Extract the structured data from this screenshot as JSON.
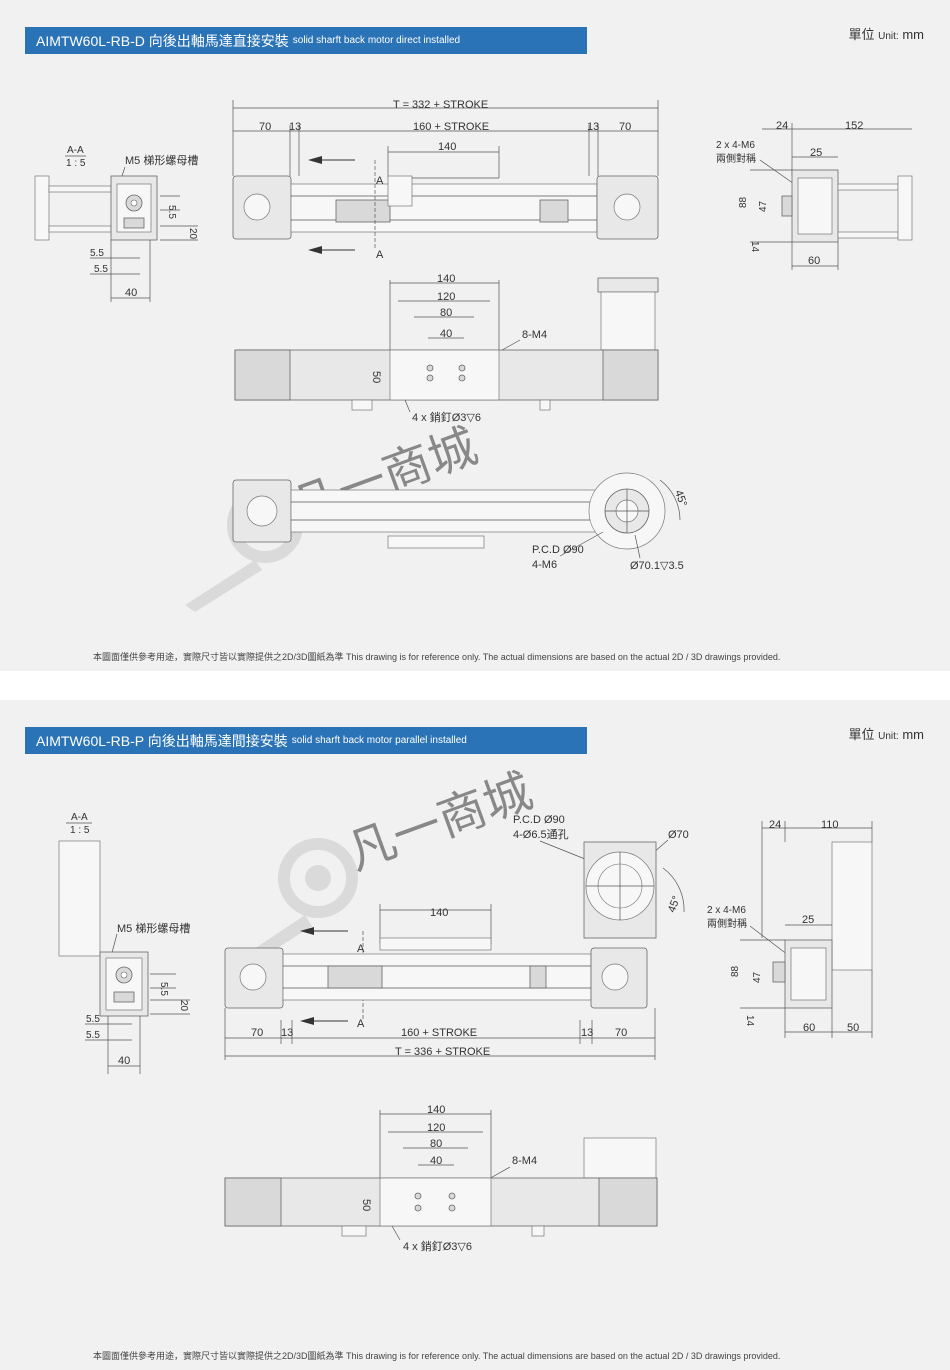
{
  "sections": [
    {
      "title_main": "AIMTW60L-RB-D 向後出軸馬達直接安裝",
      "title_sub": "solid sharft back motor direct installed",
      "unit_label": "單位",
      "unit_small": "Unit:",
      "unit_value": "mm",
      "footnote": "本圖面僅供參考用途，實際尺寸皆以實際提供之2D/3D圖紙為準 This drawing is for reference only. The actual dimensions are based on the actual 2D / 3D drawings provided.",
      "labels": {
        "section_aa": "A-A",
        "scale": "1 : 5",
        "nut_slot": "M5 梯形螺母槽",
        "d_5_5a": "5.5",
        "d_20": "20",
        "d_5_5b": "5.5",
        "d_5_5c": "5.5",
        "d_40": "40",
        "total": "T = 332  +  STROKE",
        "d_70l": "70",
        "d_13l": "13",
        "stroke": "160 + STROKE",
        "d_13r": "13",
        "d_70r": "70",
        "d_140": "140",
        "mark_a_top": "A",
        "mark_a_bot": "A",
        "holes": "2 x 4-M6",
        "holes_sub": "兩側對稱",
        "d_24": "24",
        "d_152": "152",
        "d_25": "25",
        "d_88": "88",
        "d_47": "47",
        "d_14": "14",
        "d_60": "60",
        "m_140": "140",
        "m_120": "120",
        "m_80": "80",
        "m_40": "40",
        "m_m4": "8-M4",
        "m_50": "50",
        "pins": "4 x 銷釘Ø3",
        "pins_depth": "6",
        "pcd": "P.C.D Ø90",
        "pcd_holes": "4-M6",
        "bore": "Ø70.1",
        "bore_depth": "3.5",
        "angle": "45°"
      }
    },
    {
      "title_main": "AIMTW60L-RB-P 向後出軸馬達間接安裝",
      "title_sub": "solid sharft back motor parallel installed",
      "unit_label": "單位",
      "unit_small": "Unit:",
      "unit_value": "mm",
      "footnote": "本圖面僅供參考用途，實際尺寸皆以實際提供之2D/3D圖紙為準 This drawing is for reference only. The actual dimensions are based on the actual 2D / 3D drawings provided.",
      "labels": {
        "section_aa": "A-A",
        "scale": "1 : 5",
        "nut_slot": "M5 梯形螺母槽",
        "d_5_5a": "5.5",
        "d_20": "20",
        "d_5_5b": "5.5",
        "d_5_5c": "5.5",
        "d_40": "40",
        "pcd": "P.C.D Ø90",
        "pcd_holes": "4-Ø6.5通孔",
        "bore": "Ø70",
        "angle": "45°",
        "d_140": "140",
        "mark_a_top": "A",
        "mark_a_bot": "A",
        "d_70l": "70",
        "d_13l": "13",
        "stroke": "160 + STROKE",
        "d_13r": "13",
        "d_70r": "70",
        "total": "T = 336 + STROKE",
        "d_24": "24",
        "d_110": "110",
        "holes": "2 x 4-M6",
        "holes_sub": "兩側對稱",
        "d_25": "25",
        "d_88": "88",
        "d_47": "47",
        "d_14": "14",
        "d_60": "60",
        "d_50": "50",
        "m_140": "140",
        "m_120": "120",
        "m_80": "80",
        "m_40": "40",
        "m_m4": "8-M4",
        "m_50": "50",
        "pins": "4 x 銷釘Ø3",
        "pins_depth": "6"
      }
    }
  ],
  "watermark": "凡一商城"
}
